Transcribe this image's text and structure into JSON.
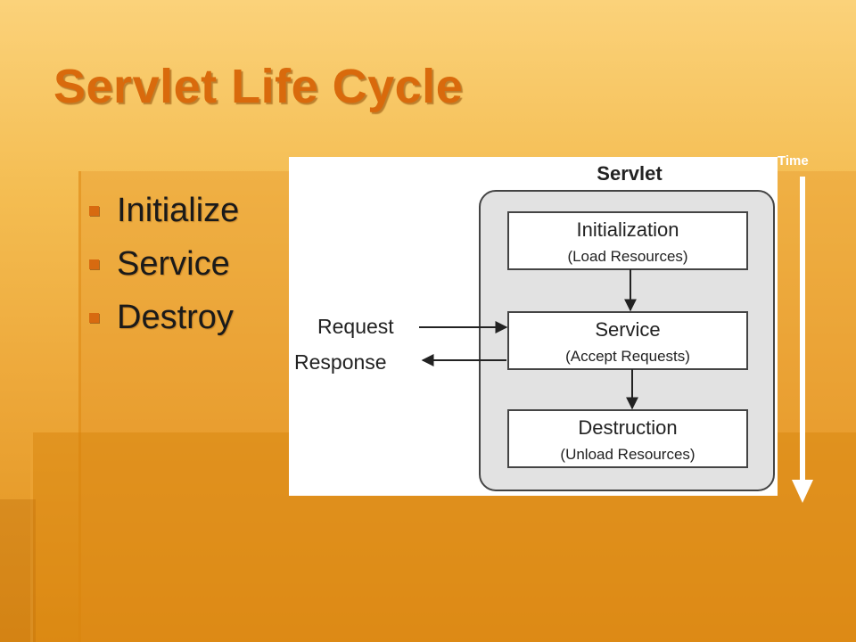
{
  "slide": {
    "title": "Servlet Life Cycle",
    "bullets": [
      "Initialize",
      "Service",
      "Destroy"
    ]
  },
  "diagram": {
    "container_label": "Servlet",
    "stages": [
      {
        "name": "Initialization",
        "detail": "(Load Resources)"
      },
      {
        "name": "Service",
        "detail": "(Accept Requests)"
      },
      {
        "name": "Destruction",
        "detail": "(Unload Resources)"
      }
    ],
    "request_label": "Request",
    "response_label": "Response"
  },
  "time_label": "Time",
  "colors": {
    "title": "#d96a0c",
    "bullet": "#d76a10",
    "container_fill": "#e2e2e2",
    "arrow": "#ffffff"
  }
}
